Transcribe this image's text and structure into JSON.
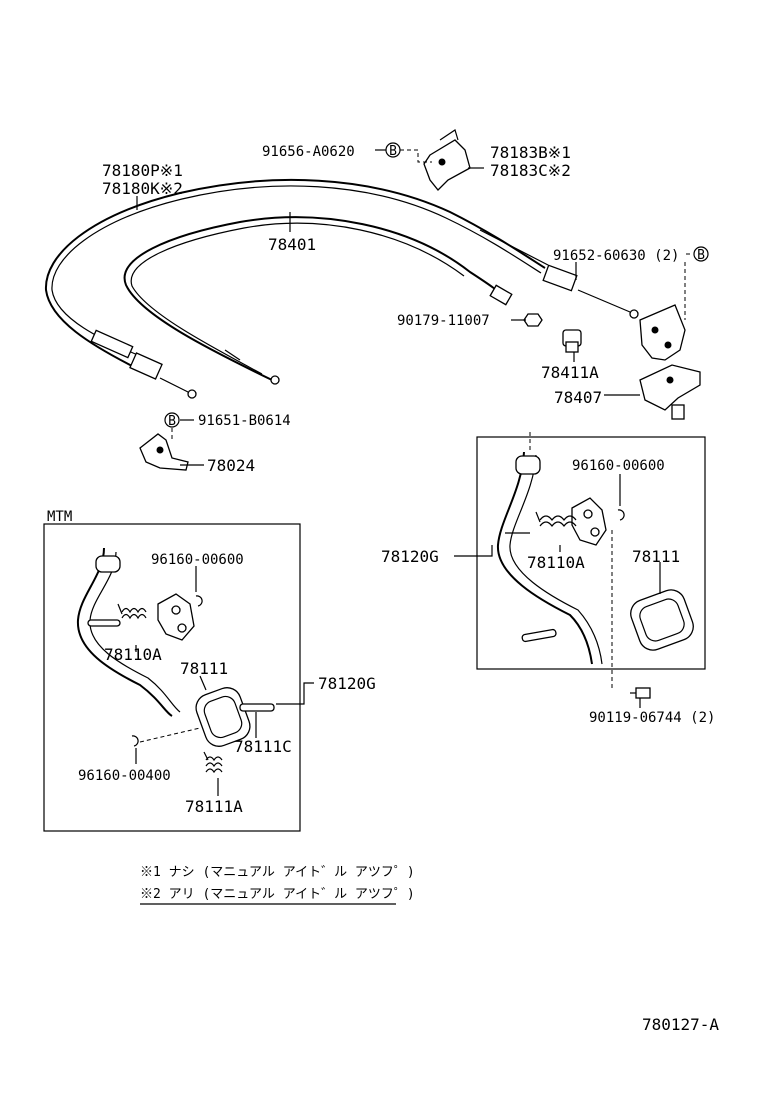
{
  "diagram": {
    "labels": {
      "bolt_a0620": "91656-A0620",
      "bracket_b_1": "78183B※1",
      "bracket_c_2": "78183C※2",
      "cable_p_1": "78180P※1",
      "cable_k_2": "78180K※2",
      "cable_401": "78401",
      "bolt_60630": "91652-60630 (2)",
      "nut_11007": "90179-11007",
      "part_78411a": "78411A",
      "bracket_78407": "78407",
      "bolt_b0614": "91651-B0614",
      "bracket_78024": "78024",
      "mtm": "MTM",
      "clip_at_00600": "96160-00600",
      "spring_at_110a": "78110A",
      "assy_at_120g": "78120G",
      "pad_at_111": "78111",
      "bolt_06744": "90119-06744 (2)",
      "clip_mt_00600": "96160-00600",
      "spring_mt_110a": "78110A",
      "pad_mt_111": "78111",
      "assy_mt_120g": "78120G",
      "pin_mt_111c": "78111C",
      "clip_mt_00400": "96160-00400",
      "spring_mt_111a": "78111A",
      "note_1": "※1 ナシ (マニュアル アイト゛ル アツフ゜)",
      "note_2": "※2 アリ (マニュアル アイト゛ル アツフ゜)",
      "diagram_id": "780127-A"
    },
    "callout_b": "B"
  }
}
